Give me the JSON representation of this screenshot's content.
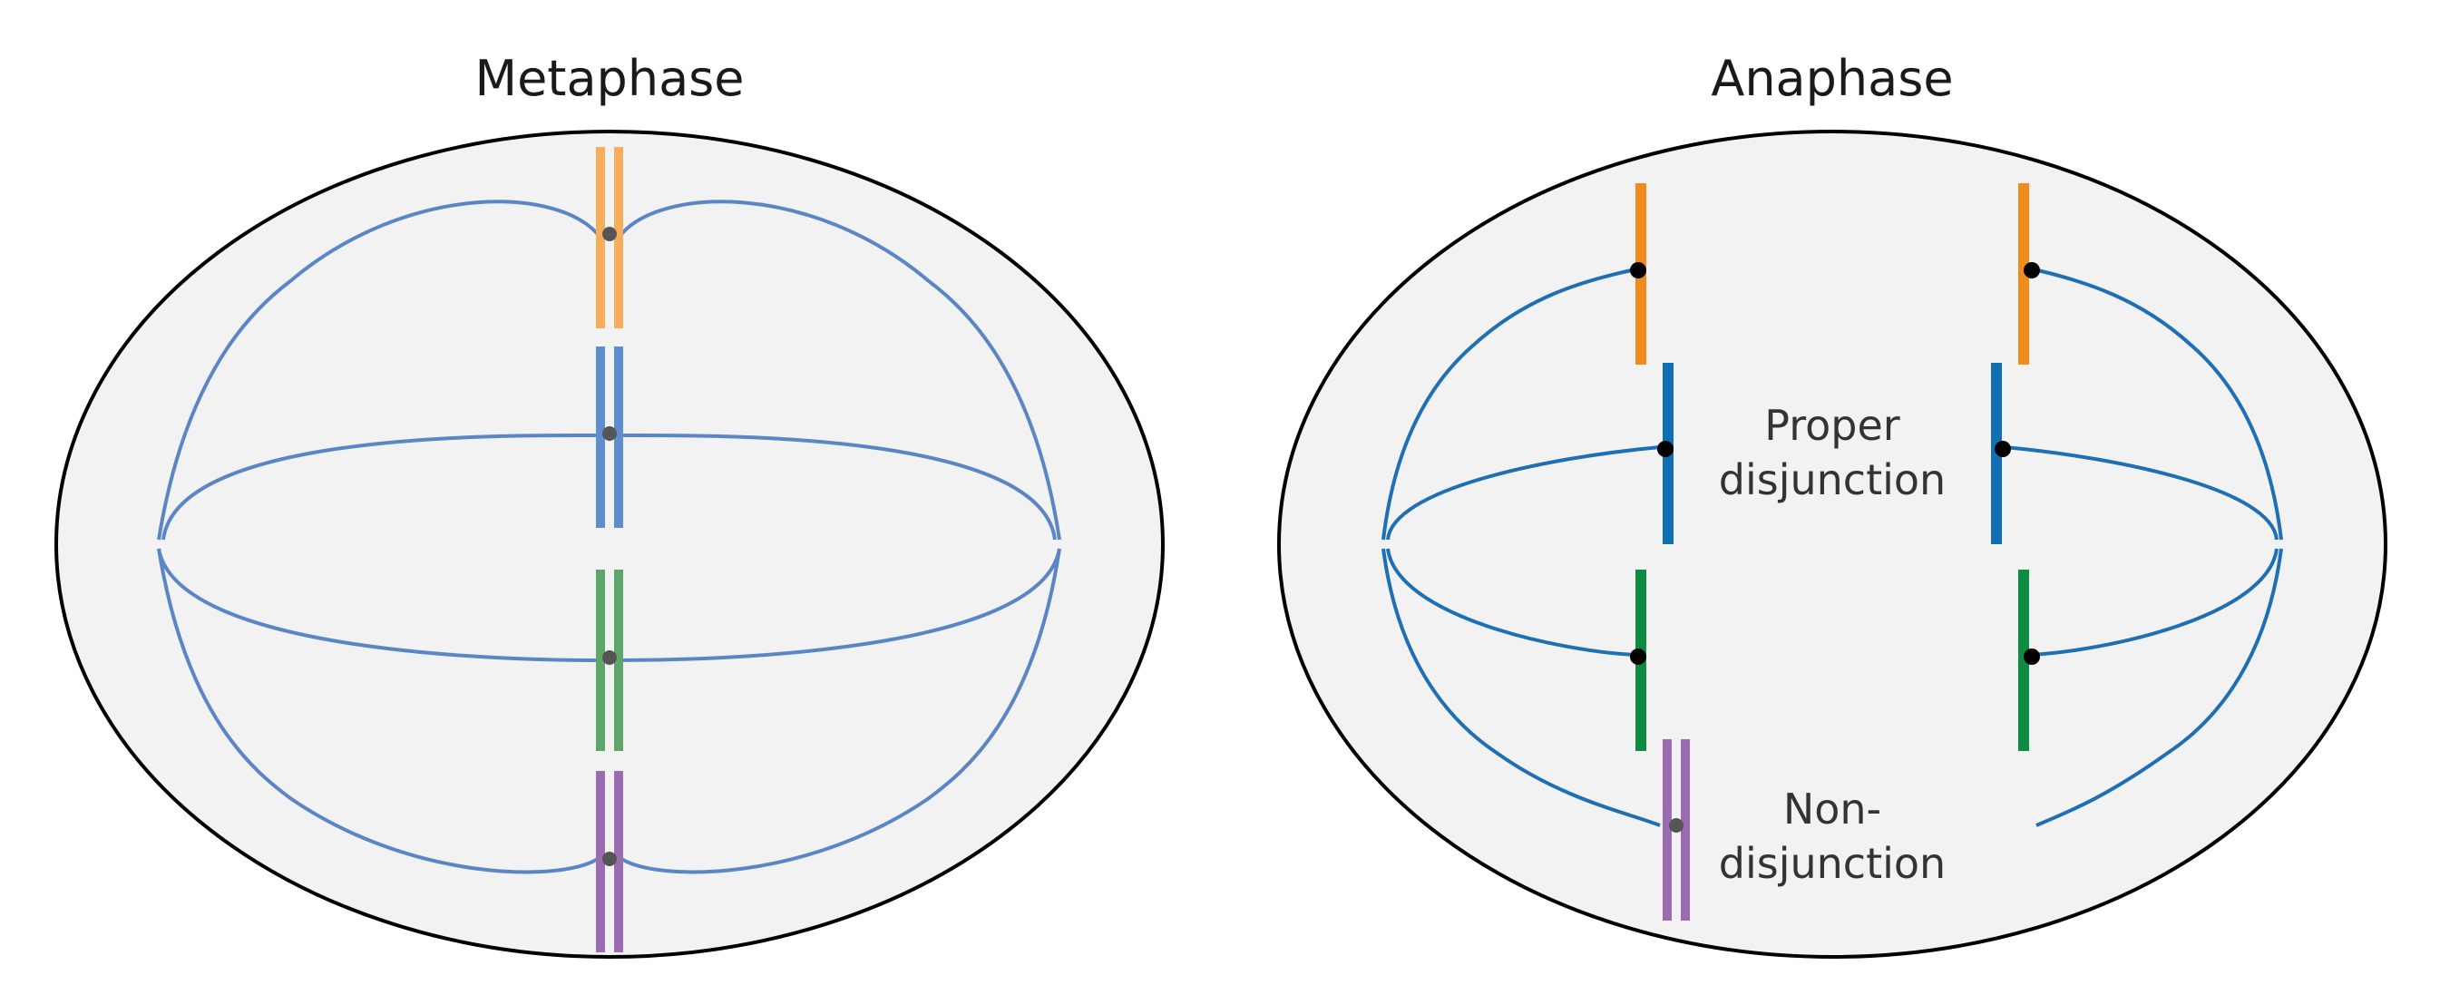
{
  "panels": {
    "metaphase": {
      "title": "Metaphase"
    },
    "anaphase": {
      "title": "Anaphase",
      "proper_label_line1": "Proper",
      "proper_label_line2": "disjunction",
      "non_label_line1": "Non-",
      "non_label_line2": "disjunction"
    }
  },
  "colors": {
    "cell_fill": "#f2f2f2",
    "cell_stroke": "#000000",
    "spindle_metaphase": "#5b86c5",
    "spindle_anaphase": "#1f6fb4",
    "orange_light": "#f7ad5a",
    "orange": "#f08c1e",
    "blue_light": "#5f8ece",
    "blue": "#1170b4",
    "green_light": "#5ea66a",
    "green": "#0e8c42",
    "purple": "#9b6cb2",
    "centromere_metaphase": "#555555",
    "centromere_anaphase": "#000000"
  }
}
